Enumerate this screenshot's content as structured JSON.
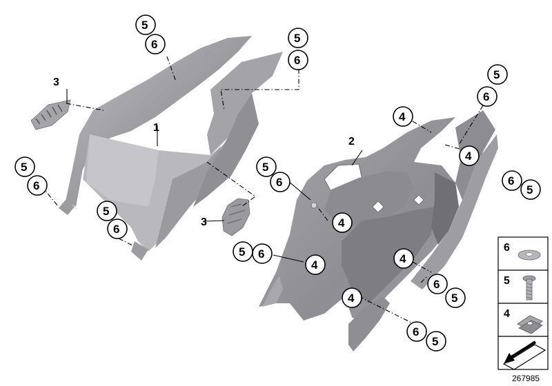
{
  "diagram": {
    "part_labels": [
      "1",
      "2",
      "3",
      "3"
    ],
    "callouts": [
      "5",
      "6",
      "5",
      "6",
      "5",
      "6",
      "5",
      "6",
      "5",
      "6",
      "4",
      "5",
      "6",
      "4",
      "6",
      "5",
      "4",
      "5",
      "6",
      "4",
      "4",
      "6",
      "5",
      "4",
      "6",
      "5"
    ],
    "legend": [
      {
        "number": "6",
        "icon": "washer-icon"
      },
      {
        "number": "5",
        "icon": "screw-icon"
      },
      {
        "number": "4",
        "icon": "clip-nut-icon"
      },
      {
        "number": "",
        "icon": "arrow-symbol-icon"
      }
    ],
    "drawing_number": "267985"
  },
  "colors": {
    "part_fill": "#a9a9ad",
    "part_dark": "#828287",
    "part_light": "#cdcdd1",
    "outline": "#000000"
  }
}
